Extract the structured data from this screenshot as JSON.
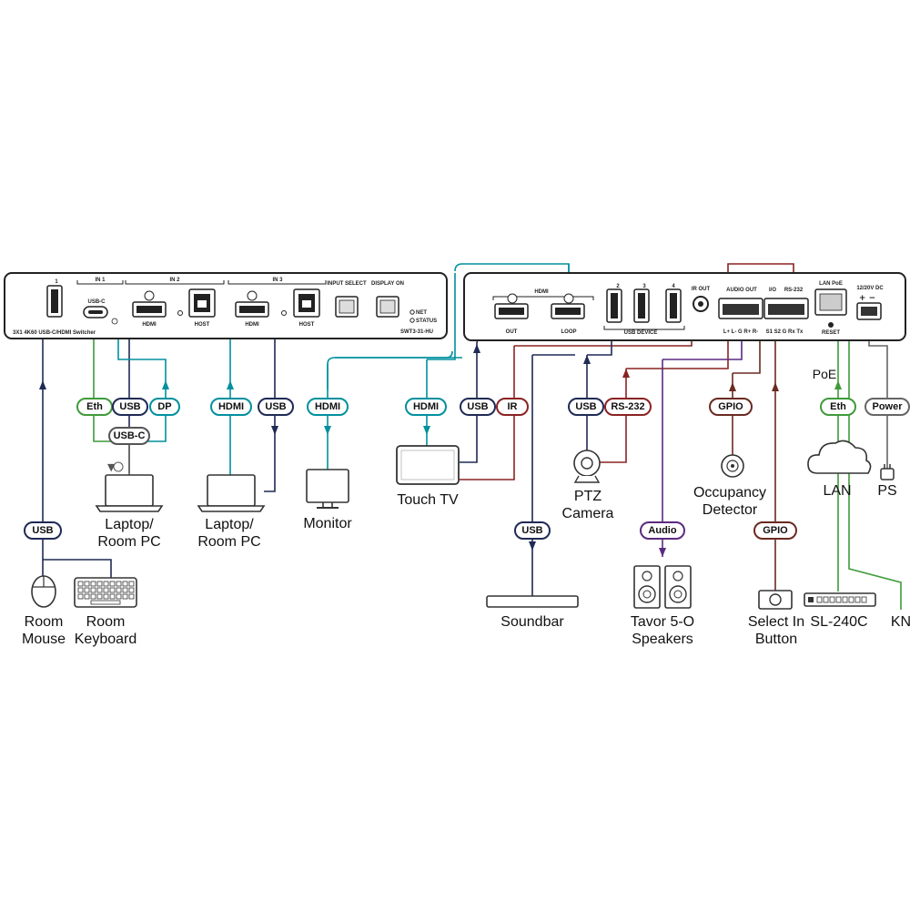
{
  "colors": {
    "hdmi": "#00909e",
    "usb": "#1f2a55",
    "eth": "#3f9a3a",
    "ir": "#8a2222",
    "gpio": "#6b2a22",
    "audio": "#5a2a80",
    "power": "#666666"
  },
  "switcher": {
    "model_label": "3X1 4K60 USB-C/HDMI Switcher",
    "in1": "IN 1",
    "in2": "IN 2",
    "in3": "IN 3",
    "usb_c": "USB-C",
    "hdmi": "HDMI",
    "host": "HOST",
    "input_select": "INPUT SELECT",
    "display_on": "DISPLAY ON",
    "net": "NET",
    "status": "STATUS",
    "model_code": "SWT3-31-HU",
    "port_1": "1"
  },
  "rear": {
    "hdmi": "HDMI",
    "out": "OUT",
    "loop": "LOOP",
    "port_2": "2",
    "port_3": "3",
    "port_4": "4",
    "usb_device": "USB DEVICE",
    "ir_out": "IR OUT",
    "audio_out": "AUDIO OUT",
    "io": "I/O",
    "rs232": "RS-232",
    "audio_pins": "L+  L-  G  R+  R-",
    "io_pins": "S1  S2  G  Rx  Tx",
    "lan_poe": "LAN PoE",
    "reset": "RESET",
    "dc": "12/20V DC"
  },
  "badges": {
    "usb": "USB",
    "eth": "Eth",
    "dp": "DP",
    "usb_c": "USB-C",
    "hdmi": "HDMI",
    "ir": "IR",
    "rs232": "RS-232",
    "gpio": "GPIO",
    "audio": "Audio",
    "power": "Power"
  },
  "devices": {
    "laptop1": [
      "Laptop/",
      "Room PC"
    ],
    "laptop2": [
      "Laptop/",
      "Room PC"
    ],
    "monitor": "Monitor",
    "touch_tv": "Touch TV",
    "ptz": [
      "PTZ",
      "Camera"
    ],
    "occupancy": [
      "Occupancy",
      "Detector"
    ],
    "lan": "LAN",
    "ps": "PS",
    "poe": "PoE",
    "room_mouse": [
      "Room",
      "Mouse"
    ],
    "room_keyboard": [
      "Room",
      "Keyboard"
    ],
    "soundbar": "Soundbar",
    "speakers": [
      "Tavor 5-O",
      "Speakers"
    ],
    "select_button": [
      "Select In",
      "Button"
    ],
    "sl240c": "SL-240C",
    "kn": "KN"
  }
}
